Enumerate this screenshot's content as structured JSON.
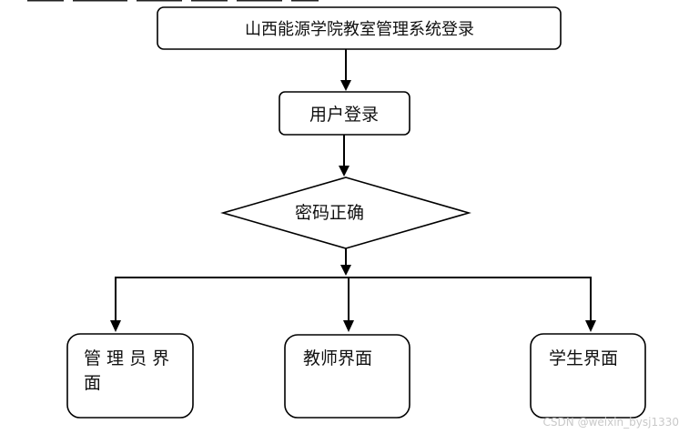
{
  "nodes": {
    "title": "山西能源学院教室管理系统登录",
    "login": "用户登录",
    "decision": "密码正确",
    "admin_line1": "管 理 员 界",
    "admin_line2": "面",
    "teacher": "教师界面",
    "student": "学生界面"
  },
  "watermark": "CSDN @weixin_bysj1330",
  "colors": {
    "stroke": "#000000",
    "text": "#111111",
    "watermark": "#c9c9c9"
  }
}
